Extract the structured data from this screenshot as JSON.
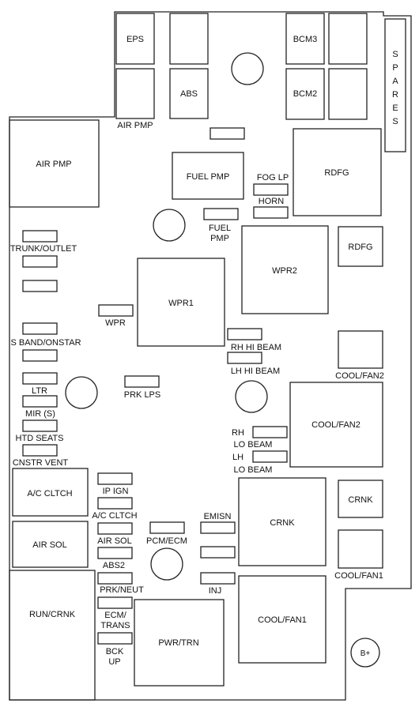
{
  "colors": {
    "stroke": "#222222",
    "background": "#ffffff",
    "text": "#111111"
  },
  "relays": {
    "eps": "EPS",
    "abs": "ABS",
    "bcm3": "BCM3",
    "bcm2": "BCM2",
    "air_pmp_big": "AIR PMP",
    "fuel_pmp": "FUEL PMP",
    "rdfg_big": "RDFG",
    "rdfg_small": "RDFG",
    "wpr2": "WPR2",
    "wpr1": "WPR1",
    "cool_fan2_big": "COOL/FAN2",
    "crnk_small": "CRNK",
    "crnk_big": "CRNK",
    "a_c_cltch": "A/C CLTCH",
    "air_sol": "AIR SOL",
    "run_crnk": "RUN/CRNK",
    "pwr_trn": "PWR/TRN",
    "cool_fan1_big": "COOL/FAN1"
  },
  "spares": [
    "S",
    "P",
    "A",
    "R",
    "E",
    "S"
  ],
  "fuse_labels": {
    "air_pmp": "AIR PMP",
    "fog_lp": "FOG LP",
    "horn": "HORN",
    "fuel_pmp_1": "FUEL",
    "fuel_pmp_2": "PMP",
    "trunk_outlet": "TRUNK/OUTLET",
    "wpr": "WPR",
    "s_band_onstar": "S BAND/ONSTAR",
    "rh_hi_beam": "RH HI BEAM",
    "lh_hi_beam": "LH HI BEAM",
    "cool_fan2": "COOL/FAN2",
    "ltr": "LTR",
    "prk_lps": "PRK LPS",
    "mir_s": "MIR (S)",
    "htd_seats": "HTD SEATS",
    "cnstr_vent": "CNSTR VENT",
    "rh": "RH",
    "lo_beam_1": "LO BEAM",
    "lh": "LH",
    "lo_beam_2": "LO BEAM",
    "ip_ign": "IP IGN",
    "a_c_cltch": "A/C CLTCH",
    "emisn": "EMISN",
    "air_sol": "AIR SOL",
    "pcm_ecm": "PCM/ECM",
    "abs2": "ABS2",
    "prk_neut": "PRK/NEUT",
    "inj": "INJ",
    "cool_fan1": "COOL/FAN1",
    "ecm_trans_1": "ECM/",
    "ecm_trans_2": "TRANS",
    "bck_up_1": "BCK",
    "bck_up_2": "UP"
  },
  "terminal": "B+"
}
